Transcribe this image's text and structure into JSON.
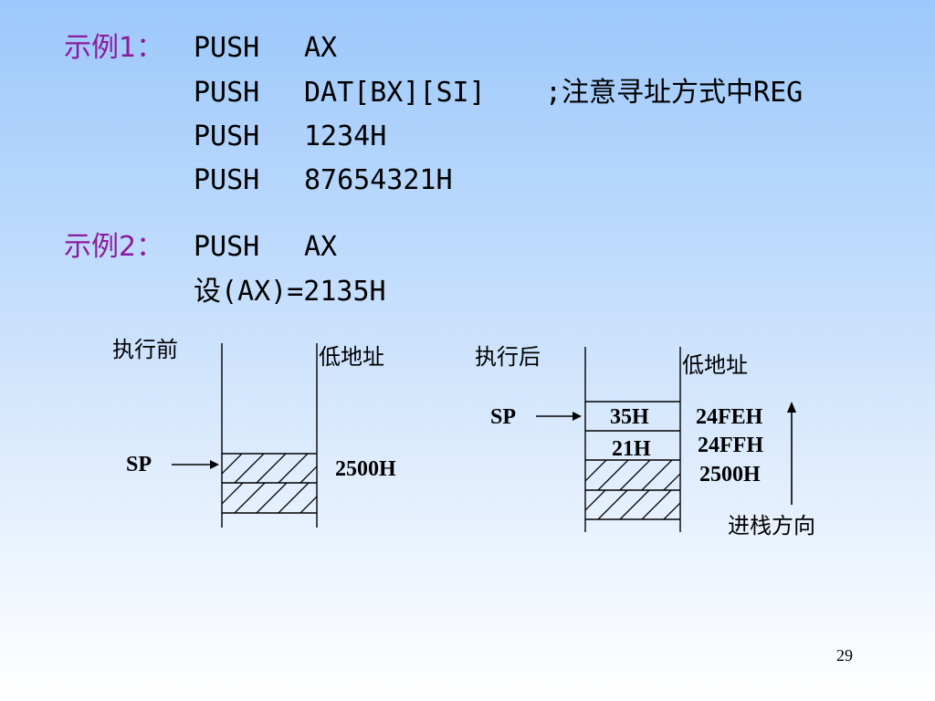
{
  "example1": {
    "label": "示例1：",
    "lines": [
      {
        "op": "PUSH",
        "arg": "AX"
      },
      {
        "op": "PUSH",
        "arg": "DAT[BX][SI]",
        "comment": ";注意寻址方式中REG"
      },
      {
        "op": "PUSH",
        "arg": "1234H"
      },
      {
        "op": "PUSH",
        "arg": "87654321H"
      }
    ]
  },
  "example2": {
    "label": "示例2：",
    "line": {
      "op": "PUSH",
      "arg": "AX"
    },
    "assume": "设(AX)=2135H"
  },
  "before": {
    "title": "执行前",
    "low_addr": "低地址",
    "sp": "SP",
    "addr": "2500H"
  },
  "after": {
    "title": "执行后",
    "low_addr": "低地址",
    "sp": "SP",
    "cells": [
      "35H",
      "21H"
    ],
    "addrs": [
      "24FEH",
      "24FFH",
      "2500H"
    ],
    "direction": "进栈方向"
  },
  "page_number": "29",
  "colors": {
    "label": "#8b1a9e",
    "bg_top": "#9cc8fb",
    "bg_bottom": "#ffffff"
  }
}
